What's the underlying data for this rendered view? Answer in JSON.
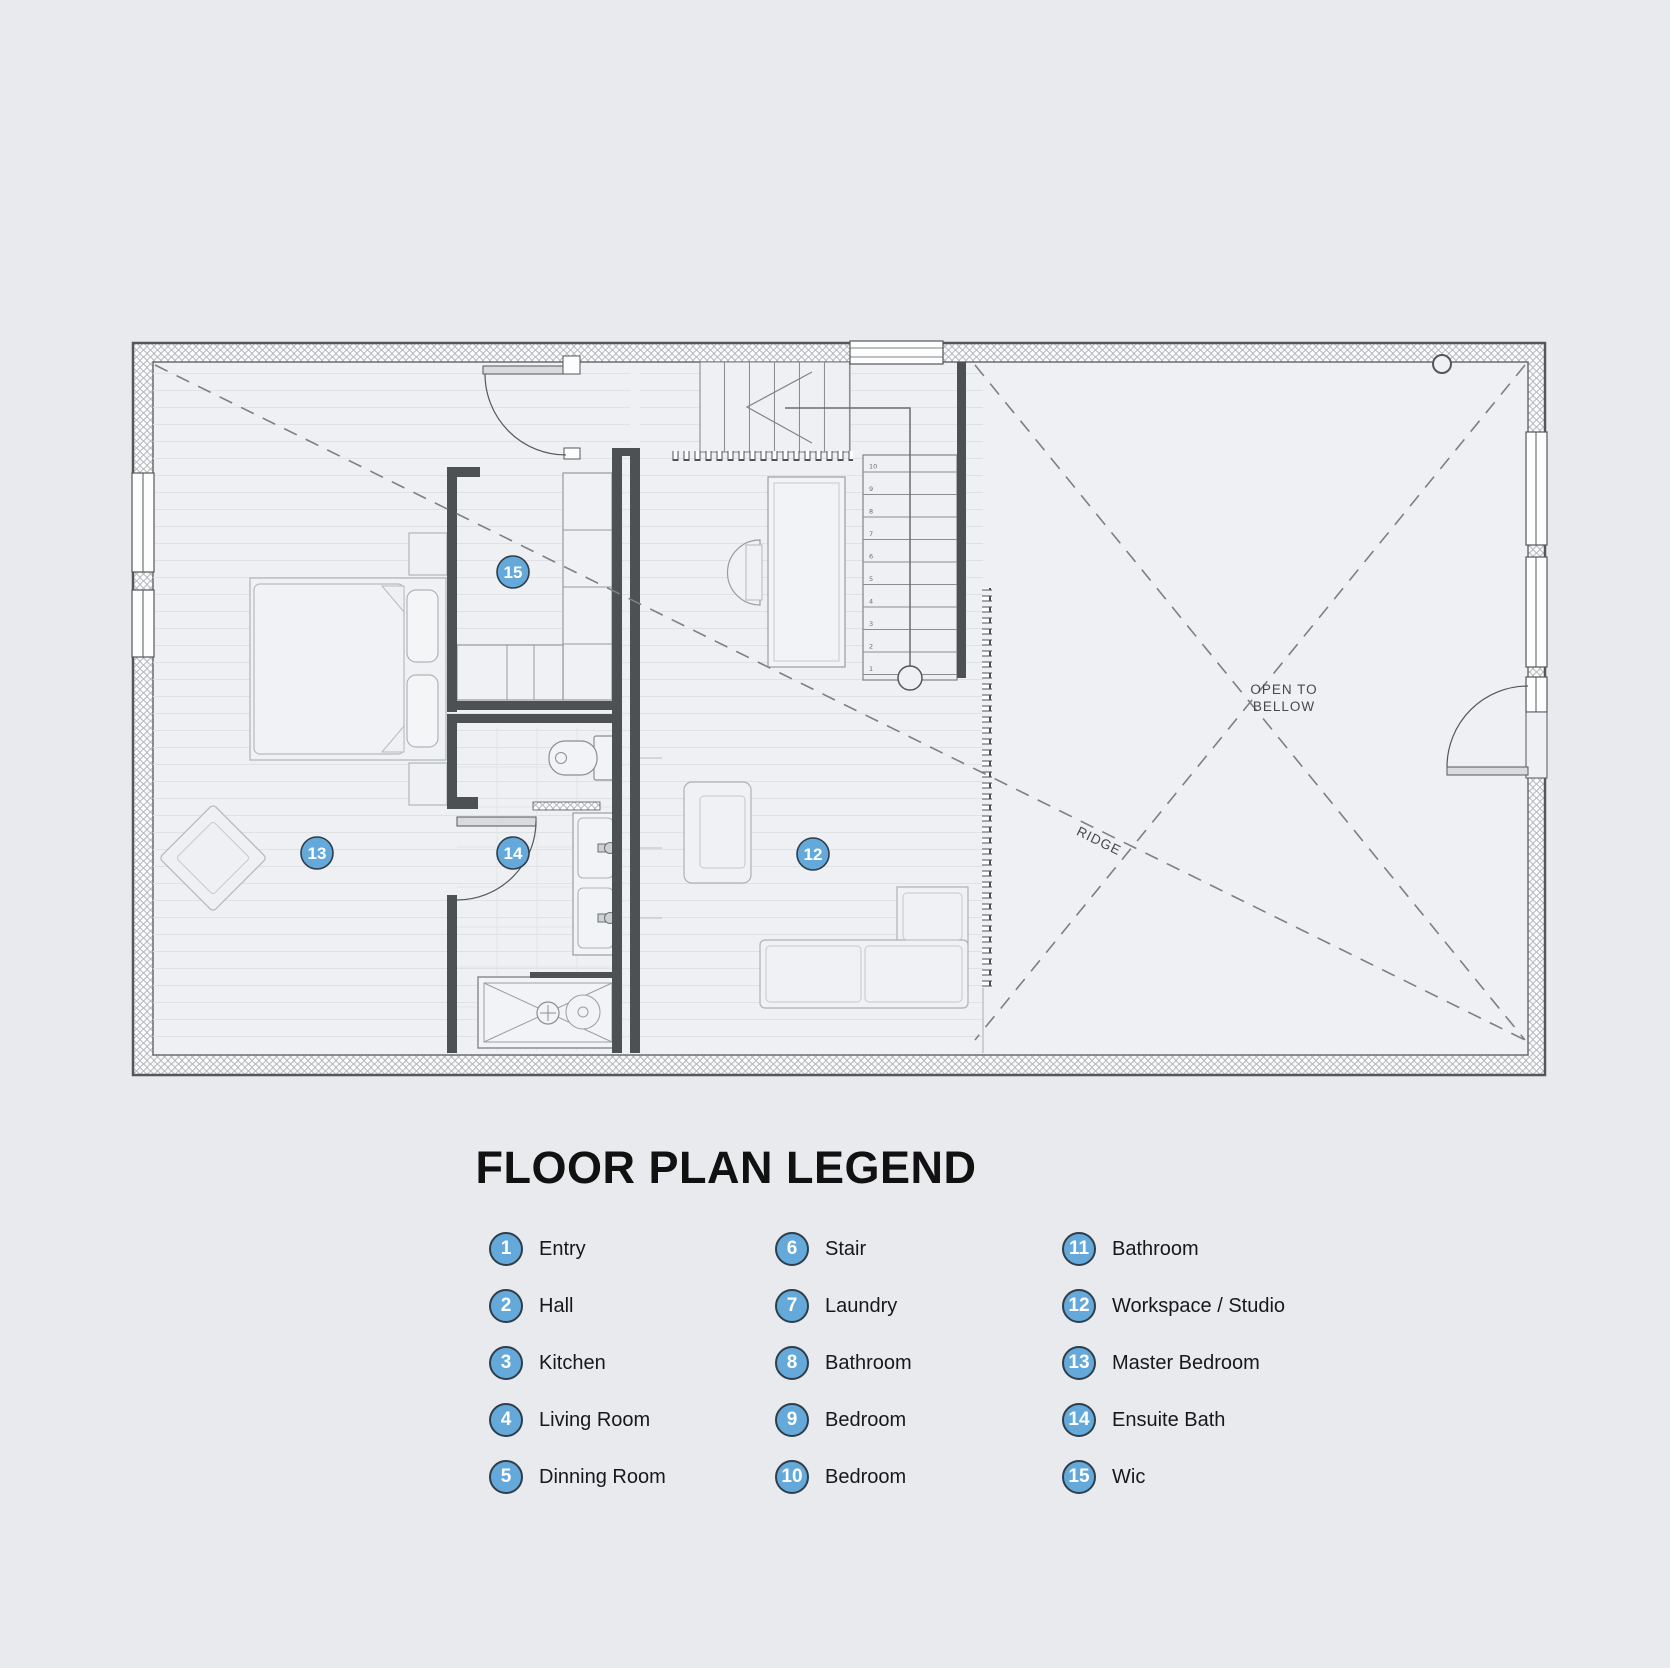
{
  "legend": {
    "title": "FLOOR PLAN LEGEND",
    "columns": [
      {
        "items": [
          {
            "num": "1",
            "label": "Entry"
          },
          {
            "num": "2",
            "label": "Hall"
          },
          {
            "num": "3",
            "label": "Kitchen"
          },
          {
            "num": "4",
            "label": "Living Room"
          },
          {
            "num": "5",
            "label": "Dinning Room"
          }
        ]
      },
      {
        "items": [
          {
            "num": "6",
            "label": "Stair"
          },
          {
            "num": "7",
            "label": "Laundry"
          },
          {
            "num": "8",
            "label": "Bathroom"
          },
          {
            "num": "9",
            "label": "Bedroom"
          },
          {
            "num": "10",
            "label": "Bedroom"
          }
        ]
      },
      {
        "items": [
          {
            "num": "11",
            "label": "Bathroom"
          },
          {
            "num": "12",
            "label": "Workspace / Studio"
          },
          {
            "num": "13",
            "label": "Master Bedroom"
          },
          {
            "num": "14",
            "label": "Ensuite Bath"
          },
          {
            "num": "15",
            "label": "Wic"
          }
        ]
      }
    ]
  },
  "plan": {
    "markers": [
      {
        "num": "12",
        "room": "Workspace / Studio"
      },
      {
        "num": "13",
        "room": "Master Bedroom"
      },
      {
        "num": "14",
        "room": "Ensuite Bath"
      },
      {
        "num": "15",
        "room": "Wic"
      }
    ],
    "annotations": {
      "open_line1": "OPEN TO",
      "open_line2": "BELLOW",
      "ridge": "RIDGE"
    },
    "stair_numbers": [
      "1",
      "2",
      "3",
      "4",
      "5",
      "6",
      "7",
      "8",
      "9",
      "10"
    ]
  },
  "colors": {
    "background": "#e9eaee",
    "floor": "#eef0f3",
    "wall": "#4e5154",
    "marker_fill": "#64a9d9",
    "marker_stroke": "#2e3e4a",
    "dashed_line": "#7c7f83",
    "text": "#17181a"
  }
}
